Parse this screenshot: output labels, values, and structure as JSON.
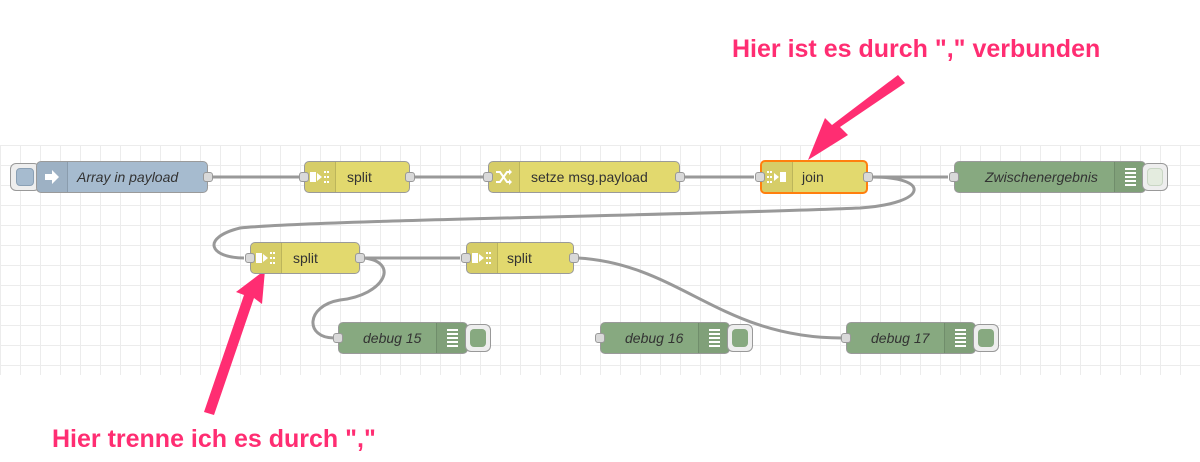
{
  "flow": {
    "nodes": {
      "inject": {
        "label": "Array in payload",
        "type": "inject",
        "color": "#a6bbcf",
        "icon": "arrow-in-icon"
      },
      "split1": {
        "label": "split",
        "type": "split",
        "color": "#e2d96e",
        "icon": "split-icon"
      },
      "change": {
        "label": "setze msg.payload",
        "type": "change",
        "color": "#e2d96e",
        "icon": "shuffle-icon"
      },
      "join": {
        "label": "join",
        "type": "join",
        "color": "#e2d96e",
        "icon": "join-icon",
        "selected": true
      },
      "debug_intermediate": {
        "label": "Zwischenergebnis",
        "type": "debug",
        "color": "#87a980",
        "icon": "debug-list-icon",
        "active": false
      },
      "split2": {
        "label": "split",
        "type": "split",
        "color": "#e2d96e",
        "icon": "split-icon"
      },
      "split3": {
        "label": "split",
        "type": "split",
        "color": "#e2d96e",
        "icon": "split-icon"
      },
      "debug15": {
        "label": "debug 15",
        "type": "debug",
        "color": "#87a980",
        "icon": "debug-list-icon",
        "active": true
      },
      "debug16": {
        "label": "debug 16",
        "type": "debug",
        "color": "#87a980",
        "icon": "debug-list-icon",
        "active": true
      },
      "debug17": {
        "label": "debug 17",
        "type": "debug",
        "color": "#87a980",
        "icon": "debug-list-icon",
        "active": true
      }
    },
    "wire_color": "#999999"
  },
  "annotations": {
    "join_note": "Hier ist es durch \",\" verbunden",
    "split_note": "Hier trenne ich es durch \",\""
  },
  "colors": {
    "annotation": "#ff2d72",
    "selection": "#ff7f0e"
  }
}
